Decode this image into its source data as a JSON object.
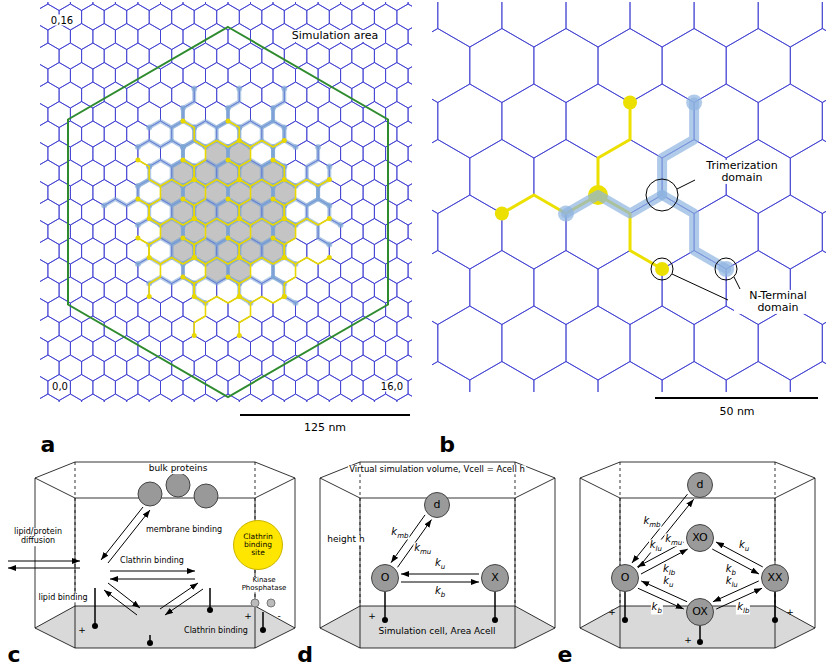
{
  "diagram": {
    "nodes": [
      {
        "text": [
          "Clathrin binding site"
        ]
      },
      {
        "text": [
          "d"
        ]
      },
      {
        "text": [
          "O"
        ]
      },
      {
        "text": [
          "X"
        ]
      },
      {
        "text": [
          "d"
        ]
      },
      {
        "text": [
          "O"
        ]
      },
      {
        "text": [
          "XO"
        ]
      },
      {
        "text": [
          "OX"
        ]
      },
      {
        "text": [
          "XX"
        ]
      }
    ],
    "edges": [
      {
        "from": 2,
        "to": 1,
        "arrow": "to",
        "label": "kmu"
      },
      {
        "from": 1,
        "to": 2,
        "arrow": "to",
        "label": "kmb"
      },
      {
        "from": 2,
        "to": 3,
        "arrow": "to",
        "label": "kb"
      },
      {
        "from": 3,
        "to": 2,
        "arrow": "to",
        "label": "ku"
      },
      {
        "from": 5,
        "to": 4,
        "arrow": "to",
        "label": "kmu"
      },
      {
        "from": 4,
        "to": 5,
        "arrow": "to",
        "label": "kmb"
      },
      {
        "from": 5,
        "to": 6,
        "arrow": "to",
        "label": "klb"
      },
      {
        "from": 6,
        "to": 5,
        "arrow": "to",
        "label": "klu"
      },
      {
        "from": 5,
        "to": 7,
        "arrow": "to",
        "label": "kb"
      },
      {
        "from": 7,
        "to": 5,
        "arrow": "to",
        "label": "ku"
      },
      {
        "from": 6,
        "to": 8,
        "arrow": "to",
        "label": "kb"
      },
      {
        "from": 8,
        "to": 6,
        "arrow": "to",
        "label": "ku"
      },
      {
        "from": 7,
        "to": 8,
        "arrow": "to",
        "label": "klb"
      },
      {
        "from": 8,
        "to": 7,
        "arrow": "to",
        "label": "klu"
      }
    ],
    "labels": [
      "0,16",
      "Simulation area",
      "0,0",
      "16,0",
      "125 nm",
      "a",
      "Trimerization domain",
      "N-Terminal domain",
      "50 nm",
      "b",
      "bulk proteins",
      "lipid/protein diffusion",
      "membrane binding",
      "Clathrin binding",
      "Kinase Phosphatase",
      "+",
      "-",
      "+",
      "lipid binding",
      "Clathrin binding",
      "c",
      "Virtual simulation volume, Vcell = Acell h",
      "height h",
      "+",
      "Simulation cell, Area Acell",
      "d",
      "+",
      "+",
      "+",
      "e"
    ]
  }
}
